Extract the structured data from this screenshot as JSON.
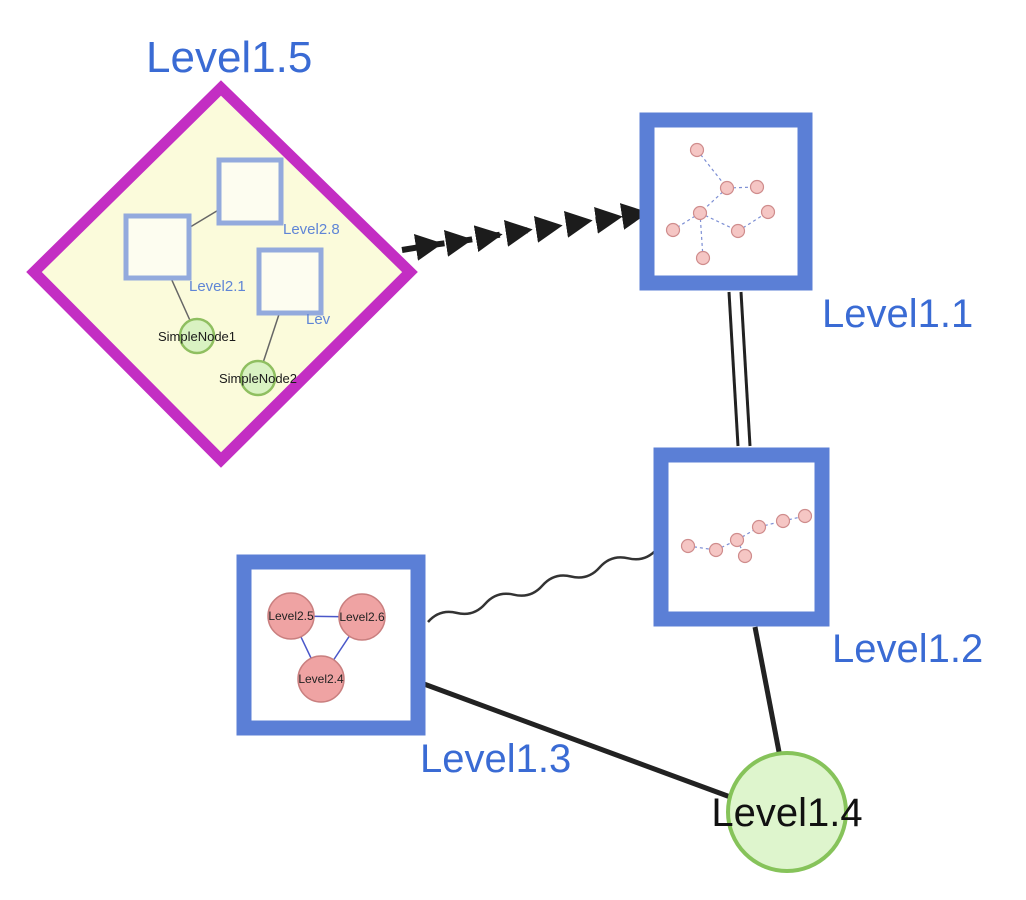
{
  "nodes": {
    "level1_1": "Level1.1",
    "level1_2": "Level1.2",
    "level1_3": "Level1.3",
    "level1_4": "Level1.4",
    "level1_5": "Level1.5",
    "level2_8": "Level2.8",
    "level2_1": "Level2.1",
    "level2_lev": "Lev",
    "simple_node1": "SimpleNode1",
    "simple_node2": "SimpleNode2",
    "level2_5": "Level2.5",
    "level2_6": "Level2.6",
    "level2_4": "Level2.4"
  },
  "edges": [
    {
      "from": "Level1.5",
      "to": "Level1.1",
      "style": "dashed-arrow-chain"
    },
    {
      "from": "Level1.1",
      "to": "Level1.2",
      "style": "double-line"
    },
    {
      "from": "Level1.3",
      "to": "Level1.2",
      "style": "wavy"
    },
    {
      "from": "Level1.3",
      "to": "Level1.4",
      "style": "solid"
    },
    {
      "from": "Level1.2",
      "to": "Level1.4",
      "style": "solid"
    },
    {
      "from": "Level2.8",
      "to": "Level2.1",
      "style": "thin-gray"
    },
    {
      "from": "Level2.1",
      "to": "SimpleNode1",
      "style": "thin-gray"
    },
    {
      "from": "Lev",
      "to": "SimpleNode2",
      "style": "thin-gray"
    },
    {
      "from": "Level2.5",
      "to": "Level2.6",
      "style": "thin-blue"
    },
    {
      "from": "Level2.5",
      "to": "Level2.4",
      "style": "thin-blue"
    },
    {
      "from": "Level2.6",
      "to": "Level2.4",
      "style": "thin-blue"
    }
  ],
  "colors": {
    "label_blue": "#3a6bd4",
    "group_border_blue": "#5b7fd6",
    "inner_square_border": "#93aadd",
    "diamond_border_magenta": "#c32ec3",
    "diamond_fill_yellow": "#fbfbdb",
    "green_node_fill": "#d9f2c2",
    "green_node_border": "#86c35a",
    "pink_node_fill": "#efa3a3",
    "mini_node_fill": "#f5c6c4",
    "edge_black": "#222222",
    "mini_edge_blue": "#7d8fd4"
  }
}
